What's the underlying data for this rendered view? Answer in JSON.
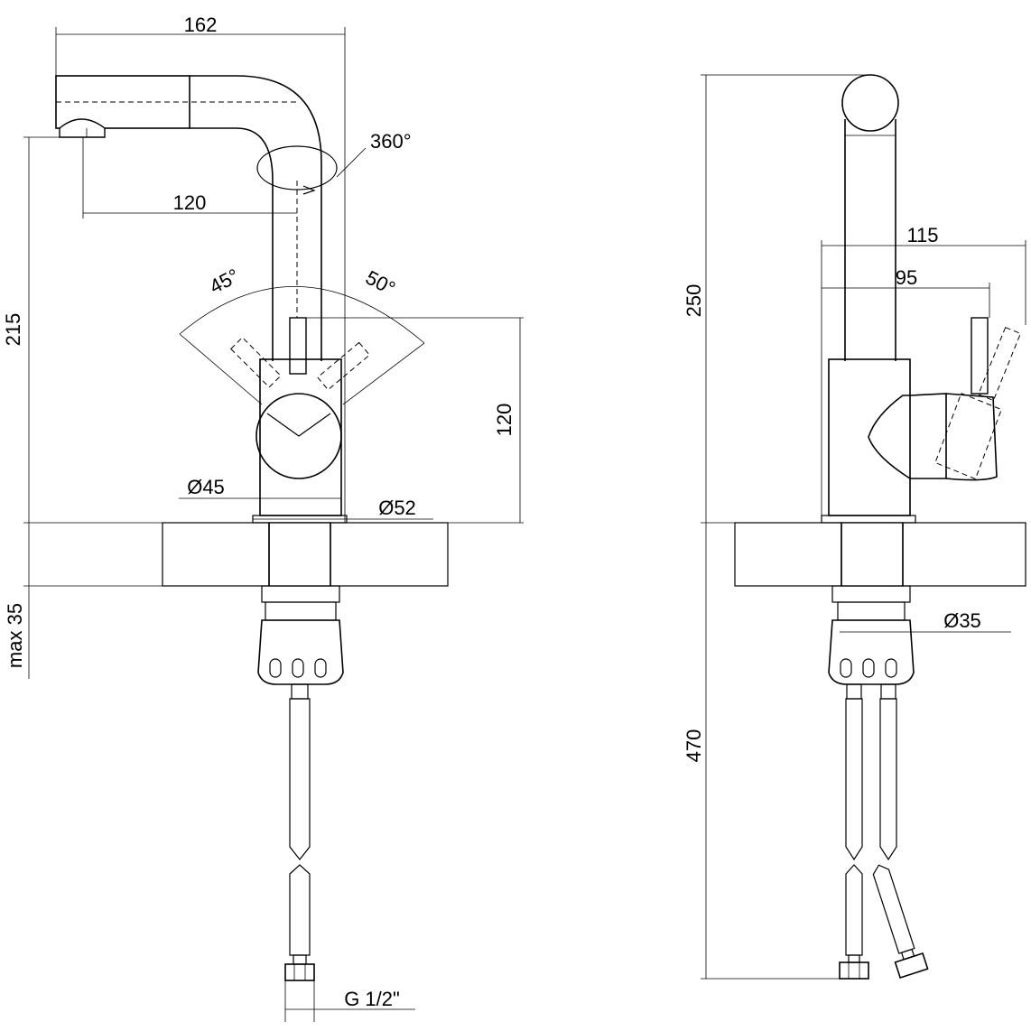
{
  "drawing": {
    "front_view": {
      "dimensions": {
        "overall_reach": "162",
        "spout_reach": "120",
        "swivel_angle": "360°",
        "left_lever_angle": "45°",
        "right_lever_angle": "50°",
        "total_height": "215",
        "body_height": "120",
        "body_diameter": "Ø45",
        "base_diameter": "Ø52",
        "max_deck_thickness": "max 35",
        "hose_connection": "G 1/2\""
      }
    },
    "side_view": {
      "dimensions": {
        "spout_height": "250",
        "lever_reach_total": "115",
        "lever_reach": "95",
        "shank_diameter": "Ø35",
        "hose_length": "470"
      }
    }
  }
}
